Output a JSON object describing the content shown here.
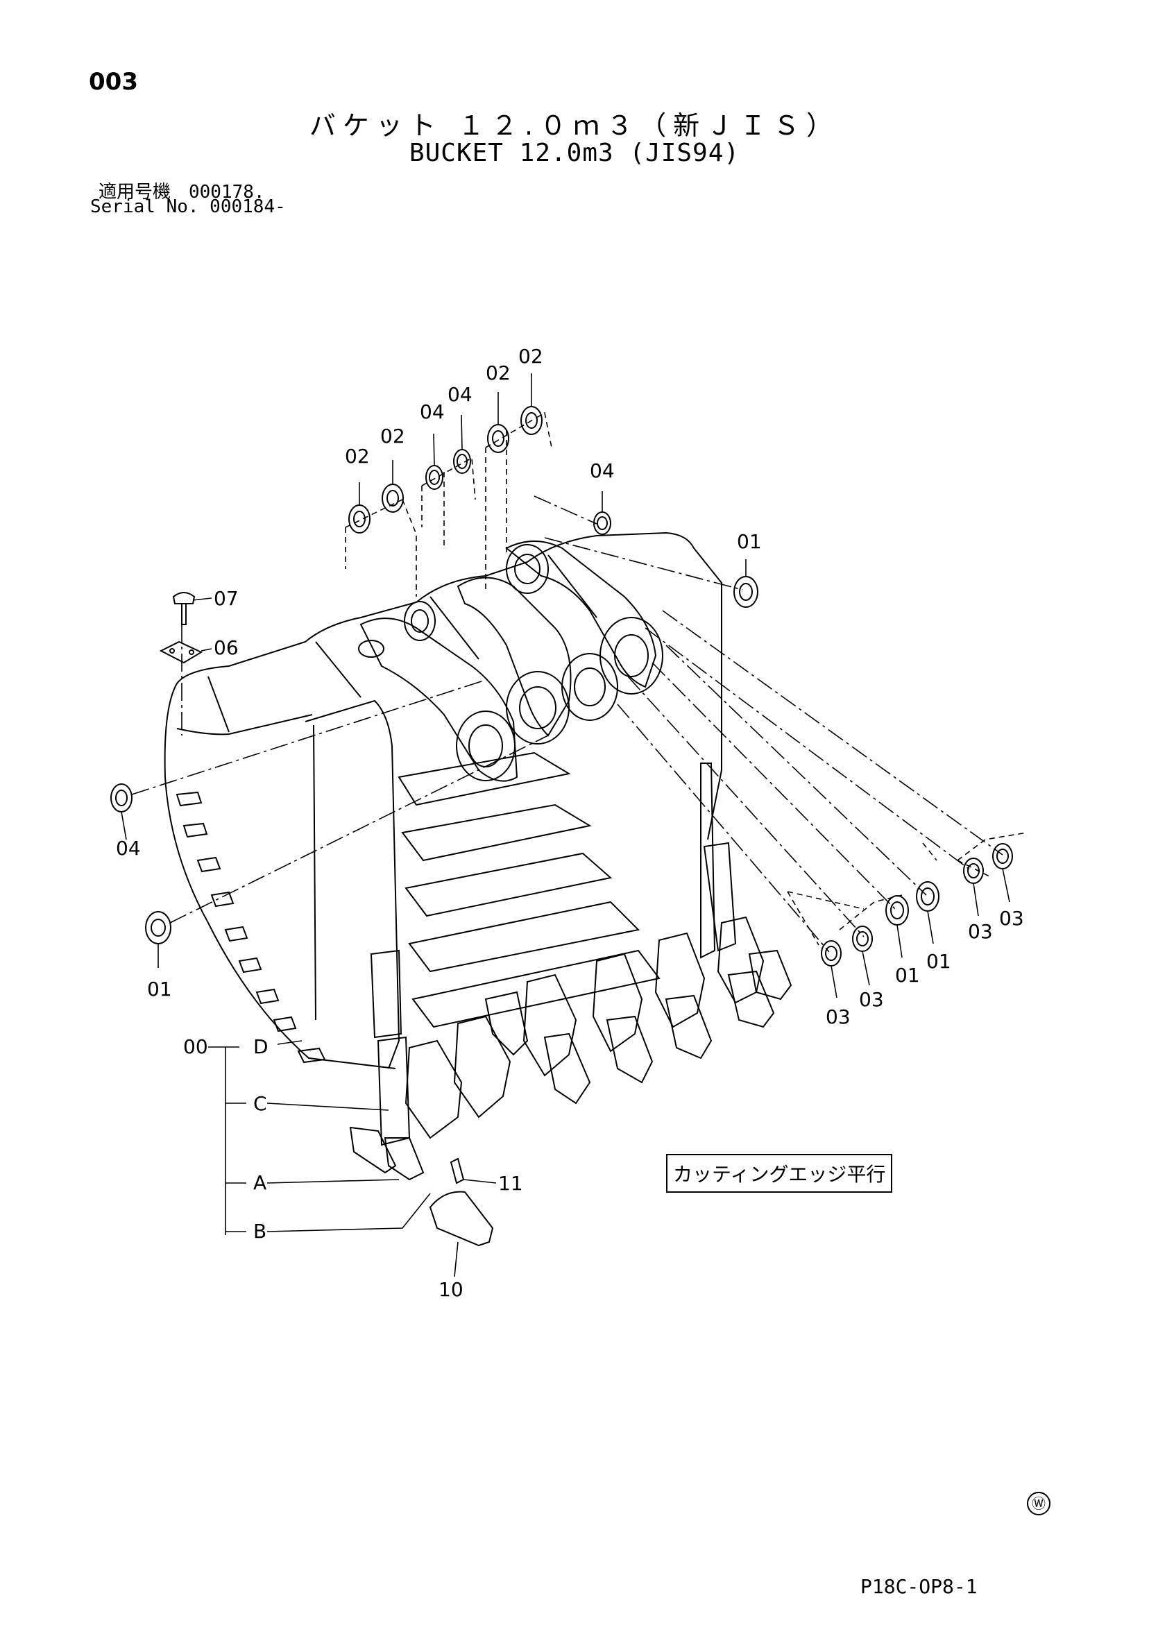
{
  "header": {
    "page_number": "003",
    "title_jp": "バケット １２.０ｍ３（新ＪＩＳ）",
    "title_en": "BUCKET 12.0m3 (JIS94)",
    "serial_jp": "適用号機　000178.",
    "serial_en": "Serial No. 000184-"
  },
  "callouts": {
    "c01a": "01",
    "c01b": "01",
    "c01c": "01",
    "c01d": "01",
    "c02a": "02",
    "c02b": "02",
    "c02c": "02",
    "c02d": "02",
    "c03a": "03",
    "c03b": "03",
    "c03c": "03",
    "c03d": "03",
    "c04a": "04",
    "c04b": "04",
    "c04c": "04",
    "c04d": "04",
    "c06": "06",
    "c07": "07",
    "c10": "10",
    "c11": "11",
    "c00": "00",
    "cA": "A",
    "cB": "B",
    "cC": "C",
    "cD": "D"
  },
  "note": "カッティングエッジ平行",
  "footer": {
    "watermark": "Ⓦ",
    "figure_code": "P18C-OP8-1"
  }
}
